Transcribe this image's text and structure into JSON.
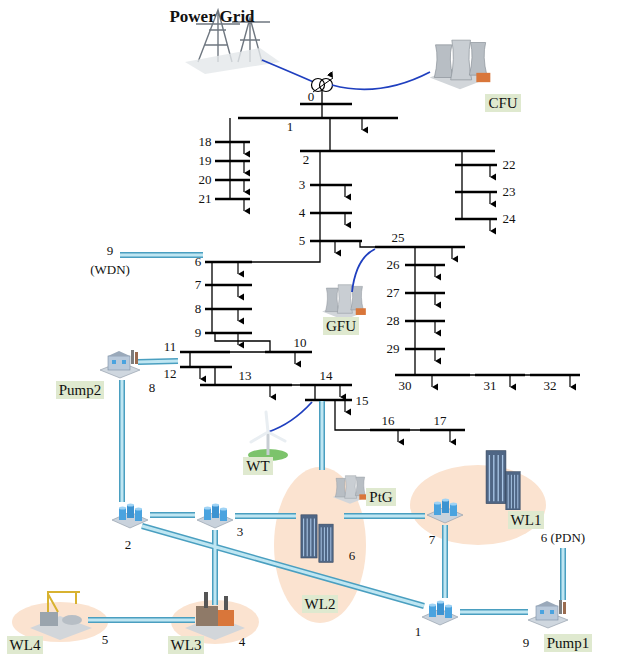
{
  "diagram": {
    "title": "Power Grid",
    "nodes": [
      {
        "text": [
          "CFU"
        ]
      },
      {
        "text": [
          "GFU"
        ]
      },
      {
        "text": [
          "Pump2"
        ]
      },
      {
        "text": [
          "WT"
        ]
      },
      {
        "text": [
          "PtG"
        ]
      },
      {
        "text": [
          "WL1"
        ]
      },
      {
        "text": [
          "WL2"
        ]
      },
      {
        "text": [
          "Pump1"
        ]
      },
      {
        "text": [
          "WL4"
        ]
      },
      {
        "text": [
          "WL3"
        ]
      }
    ],
    "labels": [
      "0",
      "1",
      "2",
      "3",
      "4",
      "5",
      "6",
      "7",
      "8",
      "9",
      "10",
      "11",
      "12",
      "13",
      "14",
      "15",
      "16",
      "17",
      "18",
      "19",
      "20",
      "21",
      "22",
      "23",
      "24",
      "25",
      "26",
      "27",
      "28",
      "29",
      "30",
      "31",
      "32",
      "9",
      "(WDN)",
      "8",
      "2",
      "3",
      "6",
      "7",
      "1",
      "6 (PDN)",
      "9",
      "5",
      "4"
    ]
  }
}
